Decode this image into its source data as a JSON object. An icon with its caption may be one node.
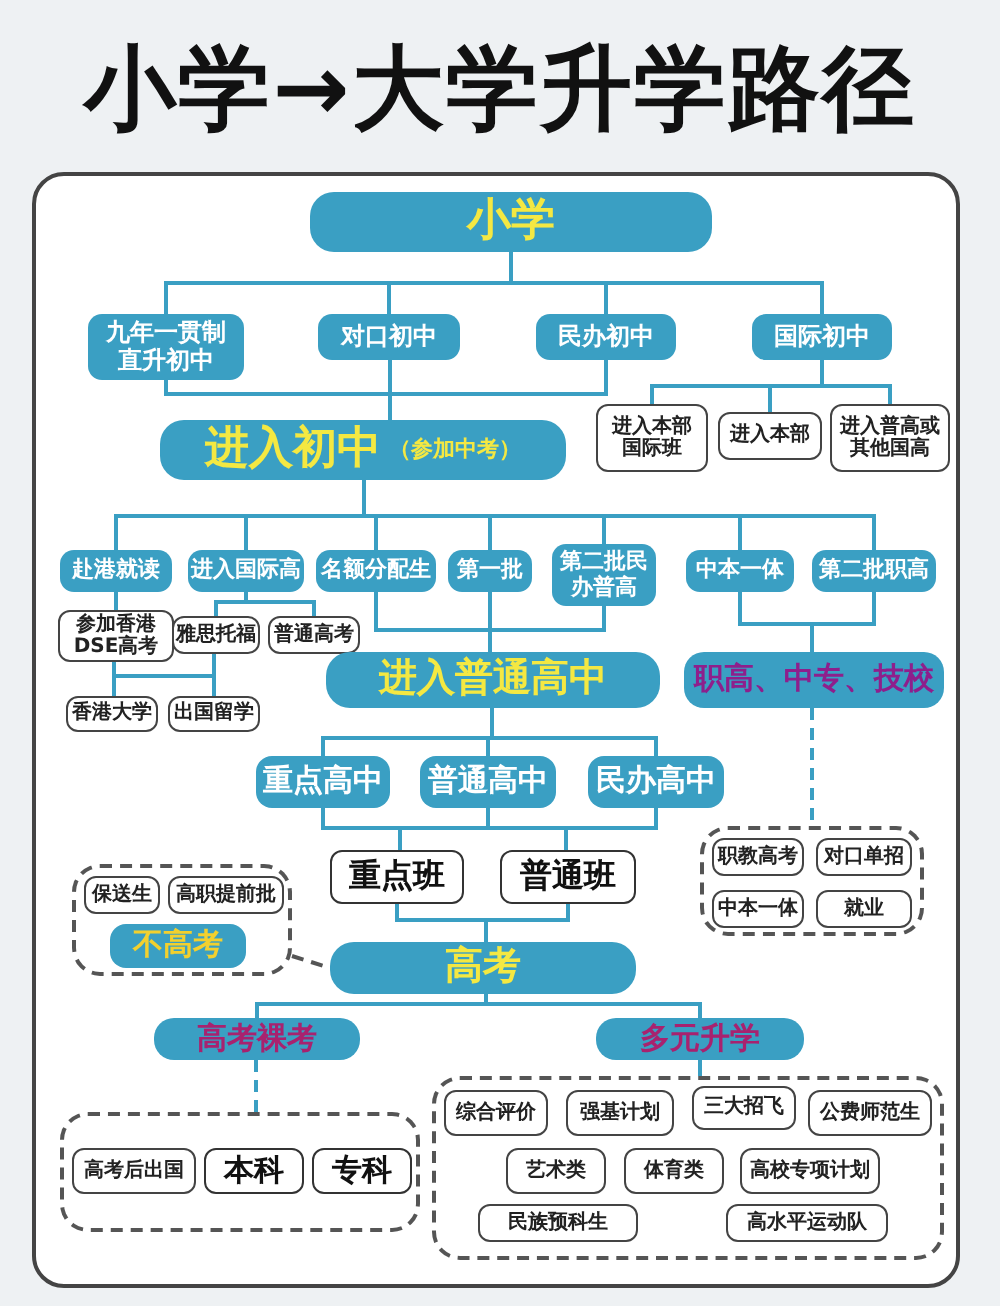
{
  "diagram": {
    "title": "小学→大学升学路径",
    "nodes": [
      {
        "text": [
          "小学"
        ]
      },
      {
        "text": [
          "九年一贯制直升初中"
        ]
      },
      {
        "text": [
          "对口初中"
        ]
      },
      {
        "text": [
          "民办初中"
        ]
      },
      {
        "text": [
          "国际初中"
        ]
      },
      {
        "text": [
          "进入本部国际班"
        ]
      },
      {
        "text": [
          "进入本部"
        ]
      },
      {
        "text": [
          "进入普高或其他国高"
        ]
      },
      {
        "text": [
          "进入初中",
          "（参加中考）"
        ]
      },
      {
        "text": [
          "赴港就读"
        ]
      },
      {
        "text": [
          "进入国际高"
        ]
      },
      {
        "text": [
          "名额分配生"
        ]
      },
      {
        "text": [
          "第一批"
        ]
      },
      {
        "text": [
          "第二批民办普高"
        ]
      },
      {
        "text": [
          "中本一体"
        ]
      },
      {
        "text": [
          "第二批职高"
        ]
      },
      {
        "text": [
          "参加香港DSE高考"
        ]
      },
      {
        "text": [
          "雅思托福"
        ]
      },
      {
        "text": [
          "普通高考"
        ]
      },
      {
        "text": [
          "香港大学"
        ]
      },
      {
        "text": [
          "出国留学"
        ]
      },
      {
        "text": [
          "进入普通高中"
        ]
      },
      {
        "text": [
          "职高、中专、技校"
        ]
      },
      {
        "text": [
          "重点高中"
        ]
      },
      {
        "text": [
          "普通高中"
        ]
      },
      {
        "text": [
          "民办高中"
        ]
      },
      {
        "text": [
          "重点班"
        ]
      },
      {
        "text": [
          "普通班"
        ]
      },
      {
        "text": [],
        "shape": "box"
      },
      {
        "text": [
          "职教高考"
        ],
        "in": 28
      },
      {
        "text": [
          "对口单招"
        ],
        "in": 28
      },
      {
        "text": [
          "中本一体"
        ],
        "in": 28
      },
      {
        "text": [
          "就业"
        ],
        "in": 28
      },
      {
        "text": [],
        "shape": "box"
      },
      {
        "text": [
          "保送生"
        ],
        "in": 33
      },
      {
        "text": [
          "高职提前批"
        ],
        "in": 33
      },
      {
        "text": [
          "不高考"
        ],
        "in": 33
      },
      {
        "text": [
          "高考"
        ]
      },
      {
        "text": [
          "高考裸考"
        ]
      },
      {
        "text": [
          "多元升学"
        ]
      },
      {
        "text": [],
        "shape": "box"
      },
      {
        "text": [
          "高考后出国"
        ],
        "in": 40
      },
      {
        "text": [
          "本科"
        ],
        "in": 40
      },
      {
        "text": [
          "专科"
        ],
        "in": 40
      },
      {
        "text": [],
        "shape": "box"
      },
      {
        "text": [
          "综合评价"
        ],
        "in": 44
      },
      {
        "text": [
          "强基计划"
        ],
        "in": 44
      },
      {
        "text": [
          "三大招飞"
        ],
        "in": 44
      },
      {
        "text": [
          "公费师范生"
        ],
        "in": 44
      },
      {
        "text": [
          "艺术类"
        ],
        "in": 44
      },
      {
        "text": [
          "体育类"
        ],
        "in": 44
      },
      {
        "text": [
          "高校专项计划"
        ],
        "in": 44
      },
      {
        "text": [
          "民族预科生"
        ],
        "in": 44
      },
      {
        "text": [
          "高水平运动队"
        ],
        "in": 44
      }
    ],
    "edges": [
      {
        "from": 0,
        "to": 1,
        "arrow": "none"
      },
      {
        "from": 0,
        "to": 2,
        "arrow": "none"
      },
      {
        "from": 0,
        "to": 3,
        "arrow": "none"
      },
      {
        "from": 0,
        "to": 4,
        "arrow": "none"
      },
      {
        "from": 1,
        "to": 8,
        "arrow": "none"
      },
      {
        "from": 2,
        "to": 8,
        "arrow": "none"
      },
      {
        "from": 3,
        "to": 8,
        "arrow": "none"
      },
      {
        "from": 4,
        "to": 5,
        "arrow": "none"
      },
      {
        "from": 4,
        "to": 6,
        "arrow": "none"
      },
      {
        "from": 4,
        "to": 7,
        "arrow": "none"
      },
      {
        "from": 8,
        "to": 9,
        "arrow": "none"
      },
      {
        "from": 8,
        "to": 10,
        "arrow": "none"
      },
      {
        "from": 8,
        "to": 11,
        "arrow": "none"
      },
      {
        "from": 8,
        "to": 12,
        "arrow": "none"
      },
      {
        "from": 8,
        "to": 13,
        "arrow": "none"
      },
      {
        "from": 8,
        "to": 14,
        "arrow": "none"
      },
      {
        "from": 8,
        "to": 15,
        "arrow": "none"
      },
      {
        "from": 9,
        "to": 16,
        "arrow": "none"
      },
      {
        "from": 10,
        "to": 17,
        "arrow": "none"
      },
      {
        "from": 10,
        "to": 18,
        "arrow": "none"
      },
      {
        "from": 16,
        "to": 19,
        "arrow": "none"
      },
      {
        "from": 16,
        "to": 20,
        "arrow": "none"
      },
      {
        "from": 17,
        "to": 19,
        "arrow": "none"
      },
      {
        "from": 17,
        "to": 20,
        "arrow": "none"
      },
      {
        "from": 11,
        "to": 21,
        "arrow": "none"
      },
      {
        "from": 12,
        "to": 21,
        "arrow": "none"
      },
      {
        "from": 13,
        "to": 21,
        "arrow": "none"
      },
      {
        "from": 14,
        "to": 22,
        "arrow": "none"
      },
      {
        "from": 15,
        "to": 22,
        "arrow": "none"
      },
      {
        "from": 21,
        "to": 23,
        "arrow": "none"
      },
      {
        "from": 21,
        "to": 24,
        "arrow": "none"
      },
      {
        "from": 21,
        "to": 25,
        "arrow": "none"
      },
      {
        "from": 23,
        "to": 26,
        "arrow": "none"
      },
      {
        "from": 23,
        "to": 27,
        "arrow": "none"
      },
      {
        "from": 24,
        "to": 26,
        "arrow": "none"
      },
      {
        "from": 24,
        "to": 27,
        "arrow": "none"
      },
      {
        "from": 25,
        "to": 26,
        "arrow": "none"
      },
      {
        "from": 25,
        "to": 27,
        "arrow": "none"
      },
      {
        "from": 22,
        "to": 28,
        "arrow": "none",
        "style": "dashed"
      },
      {
        "from": 26,
        "to": 37,
        "arrow": "none"
      },
      {
        "from": 27,
        "to": 37,
        "arrow": "none"
      },
      {
        "from": 33,
        "to": 37,
        "arrow": "none",
        "style": "dashed",
        "color": "#555555"
      },
      {
        "from": 37,
        "to": 38,
        "arrow": "none"
      },
      {
        "from": 37,
        "to": 39,
        "arrow": "none"
      },
      {
        "from": 38,
        "to": 40,
        "arrow": "none",
        "style": "dashed"
      },
      {
        "from": 39,
        "to": 44,
        "arrow": "none"
      }
    ]
  }
}
